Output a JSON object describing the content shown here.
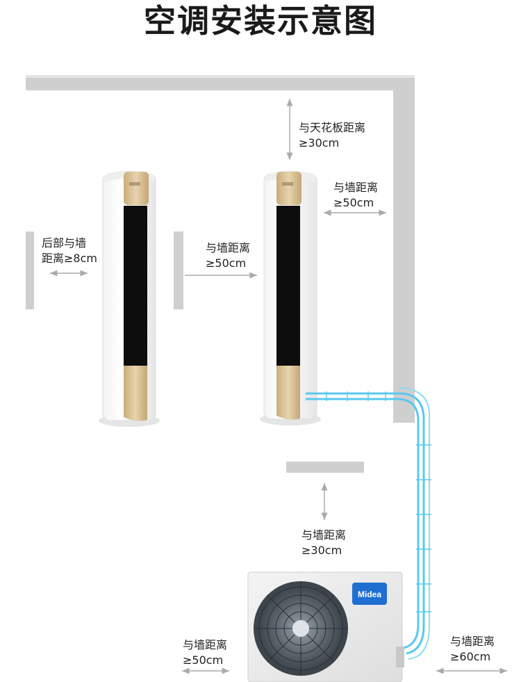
{
  "title": "空调安装示意图",
  "brand": "Midea",
  "labels": {
    "ceiling": [
      "与天花板距离",
      "≥30cm"
    ],
    "side_wall_top": [
      "与墙距离",
      "≥50cm"
    ],
    "rear_wall": [
      "后部与墙",
      "距离≥8cm"
    ],
    "middle_wall": [
      "与墙距离",
      "≥50cm"
    ],
    "outdoor_top": [
      "与墙距离",
      "≥30cm"
    ],
    "outdoor_left": [
      "与墙距离",
      "≥50cm"
    ],
    "outdoor_right": [
      "与墙距离",
      "≥60cm"
    ]
  },
  "colors": {
    "wall": "#cfcfcf",
    "pipe": "#5ac8f0",
    "gold": "#d9c29a",
    "brand_blue": "#1f6fd1"
  }
}
